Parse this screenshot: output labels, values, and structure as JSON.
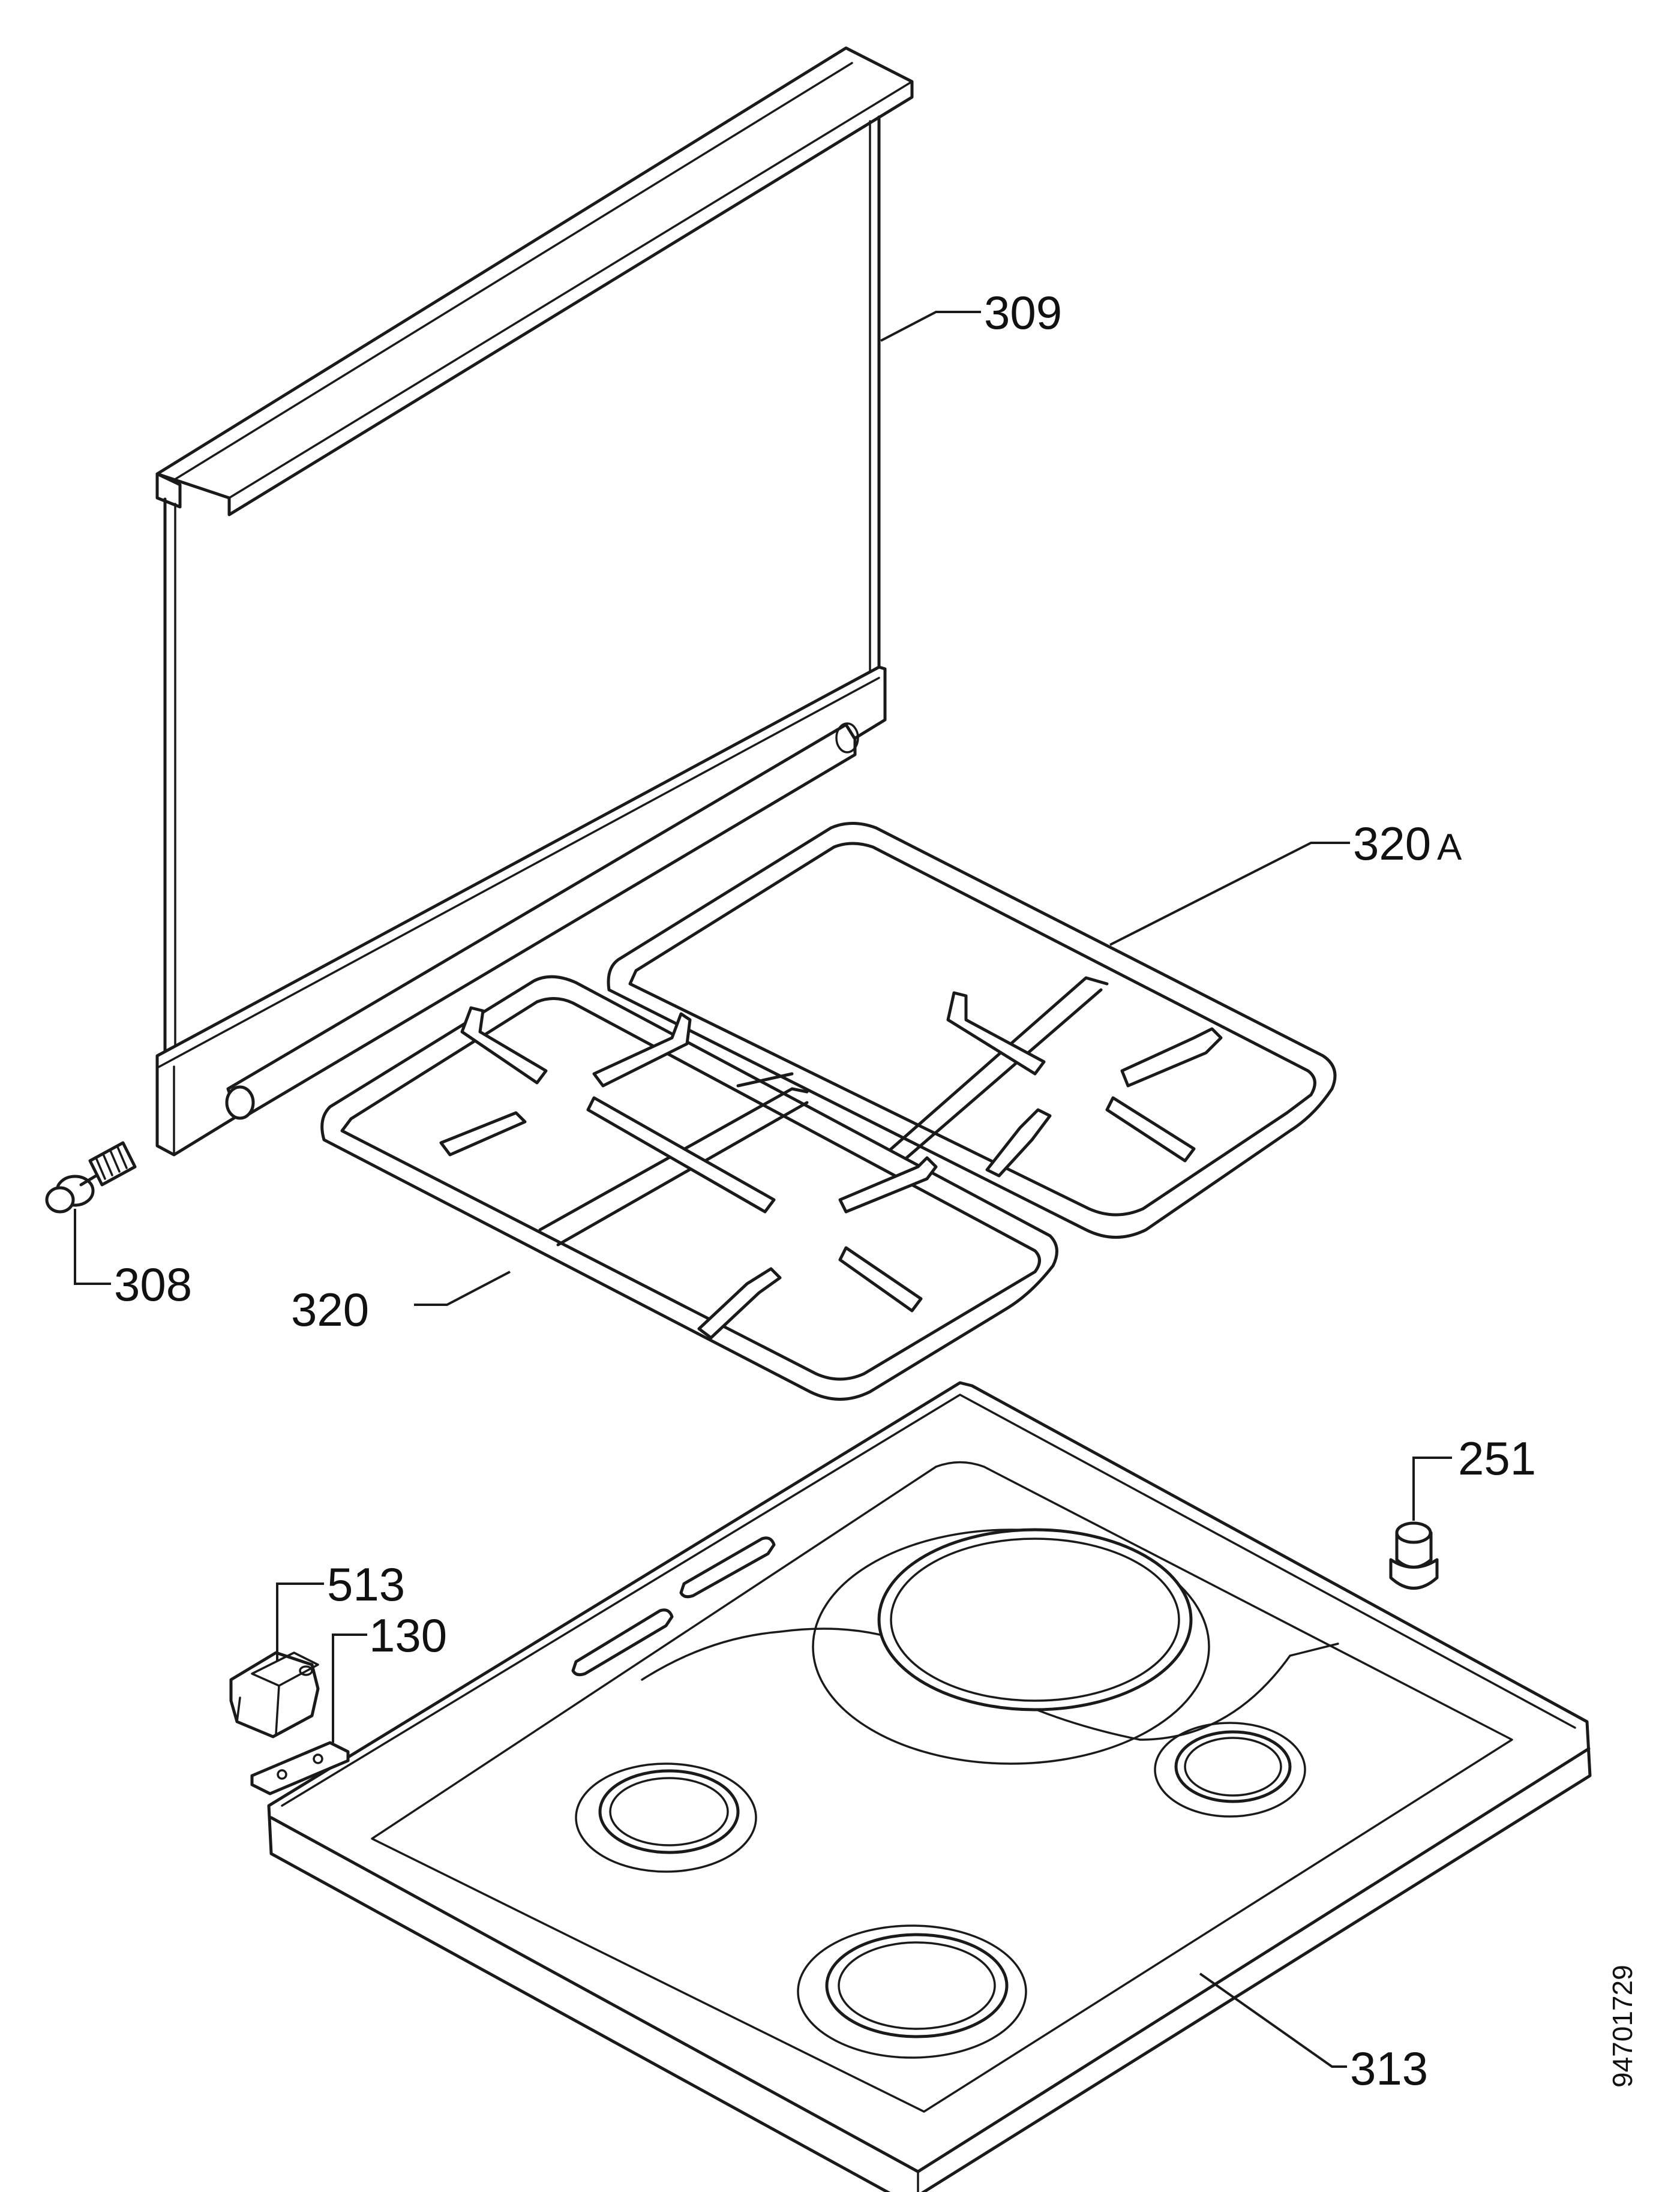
{
  "labels": {
    "p309": "309",
    "p320a": "320",
    "p320a_suffix": "A",
    "p308": "308",
    "p320": "320",
    "p251": "251",
    "p513": "513",
    "p130": "130",
    "p313": "313"
  },
  "drawing_number": "94701729"
}
